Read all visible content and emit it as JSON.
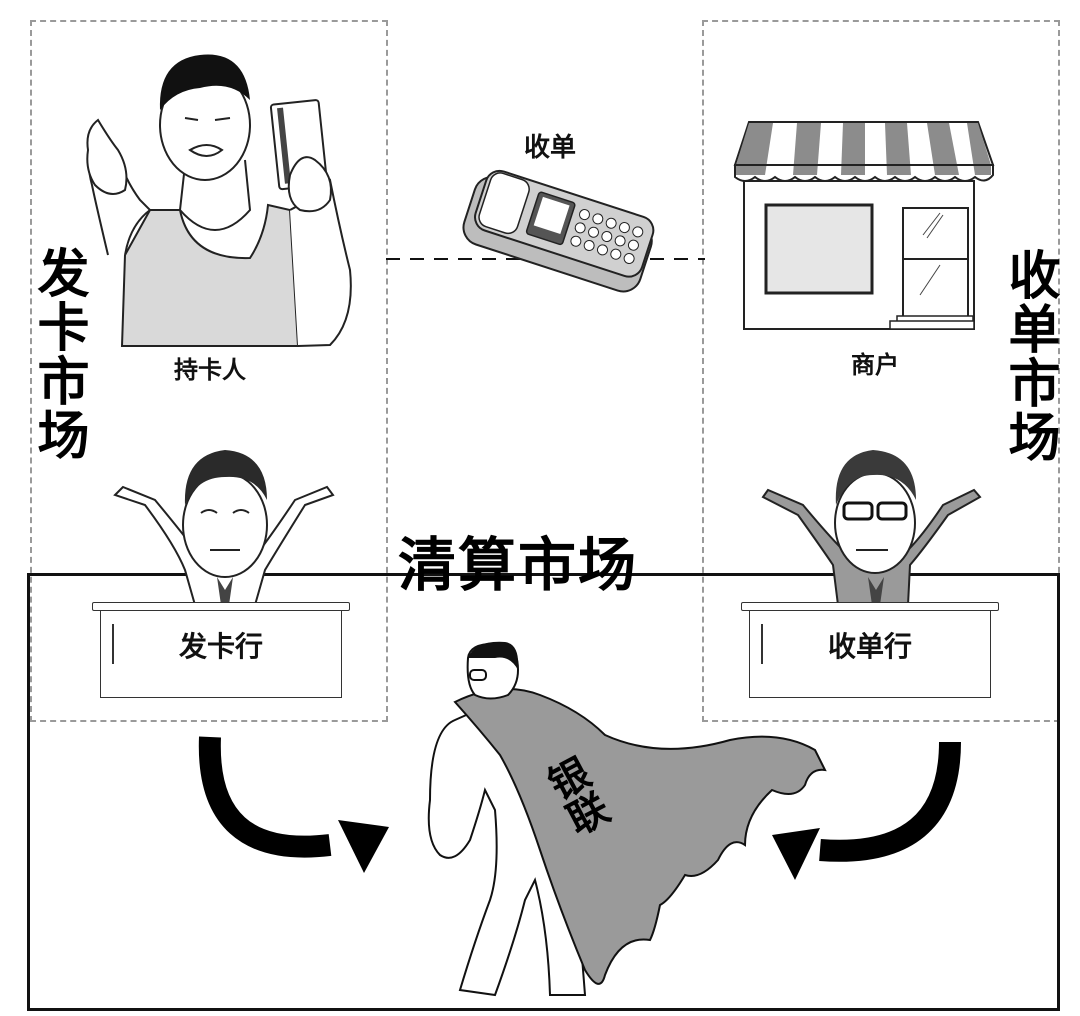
{
  "markets": {
    "issuing": {
      "label": "发卡市场",
      "chars": [
        "发",
        "卡",
        "市",
        "场"
      ]
    },
    "acquiring": {
      "label": "收单市场",
      "chars": [
        "收",
        "单",
        "市",
        "场"
      ]
    },
    "clearing": {
      "label": "清算市场"
    }
  },
  "actors": {
    "cardholder": {
      "label": "持卡人"
    },
    "merchant": {
      "label": "商户"
    },
    "pos": {
      "label": "收单"
    },
    "issuer_bank": {
      "label": "发卡行"
    },
    "acquirer_bank": {
      "label": "收单行"
    },
    "union": {
      "label": "银联",
      "chars": [
        "银",
        "联"
      ]
    }
  },
  "colors": {
    "ink": "#000000",
    "fill_gray": "#9a9a9a",
    "light_gray": "#d9d9d9",
    "dash_gray": "#9a9a9a",
    "background": "#ffffff"
  }
}
